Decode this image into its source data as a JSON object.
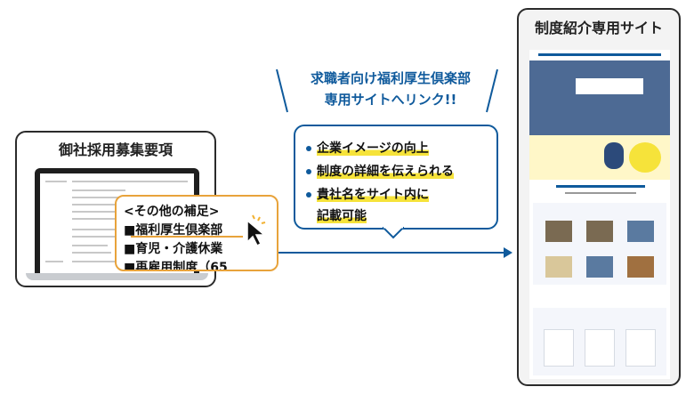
{
  "left_card": {
    "title": "御社採用募集要項",
    "popout": {
      "line1": "<その他の補足>",
      "line2": "■福利厚生倶楽部",
      "line3": "■育児・介護休業",
      "line4": "■再雇用制度（65"
    }
  },
  "middle": {
    "heading_line1": "求職者向け福利厚生倶楽部",
    "heading_line2": "専用サイトへリンク!!",
    "bullets": [
      {
        "text": "企業イメージの向上"
      },
      {
        "text": "制度の詳細を伝えられる"
      },
      {
        "text": "貴社名をサイト内に"
      },
      {
        "text": "記載可能"
      }
    ]
  },
  "right_card": {
    "title": "制度紹介専用サイト"
  },
  "colors": {
    "accent_blue": "#0f5a9c",
    "accent_orange": "#e8a33b",
    "highlight_yellow": "#f6e33a"
  }
}
